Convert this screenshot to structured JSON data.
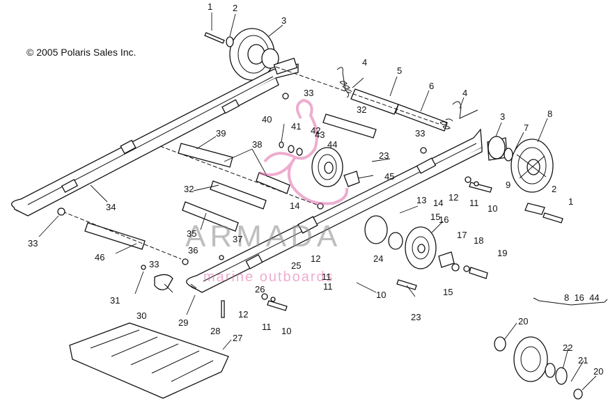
{
  "copyright": "© 2005 Polaris Sales Inc.",
  "watermark": {
    "brand": "ARMADA",
    "tagline": "marine outboards",
    "logo_icon": "seahorse-logo-icon"
  },
  "kit_note": "8  16  44",
  "callouts": [
    "1",
    "2",
    "3",
    "4",
    "5",
    "6",
    "4",
    "3",
    "7",
    "8",
    "33",
    "32",
    "40",
    "41",
    "42",
    "43",
    "44",
    "23",
    "33",
    "45",
    "9",
    "39",
    "38",
    "12",
    "11",
    "10",
    "2",
    "1",
    "34",
    "32",
    "14",
    "13",
    "14",
    "15",
    "16",
    "17",
    "18",
    "19",
    "33",
    "35",
    "36",
    "37",
    "46",
    "33",
    "25",
    "12",
    "24",
    "11",
    "11",
    "10",
    "15",
    "23",
    "31",
    "30",
    "26",
    "29",
    "12",
    "11",
    "10",
    "28",
    "27",
    "20",
    "22",
    "21",
    "20"
  ]
}
